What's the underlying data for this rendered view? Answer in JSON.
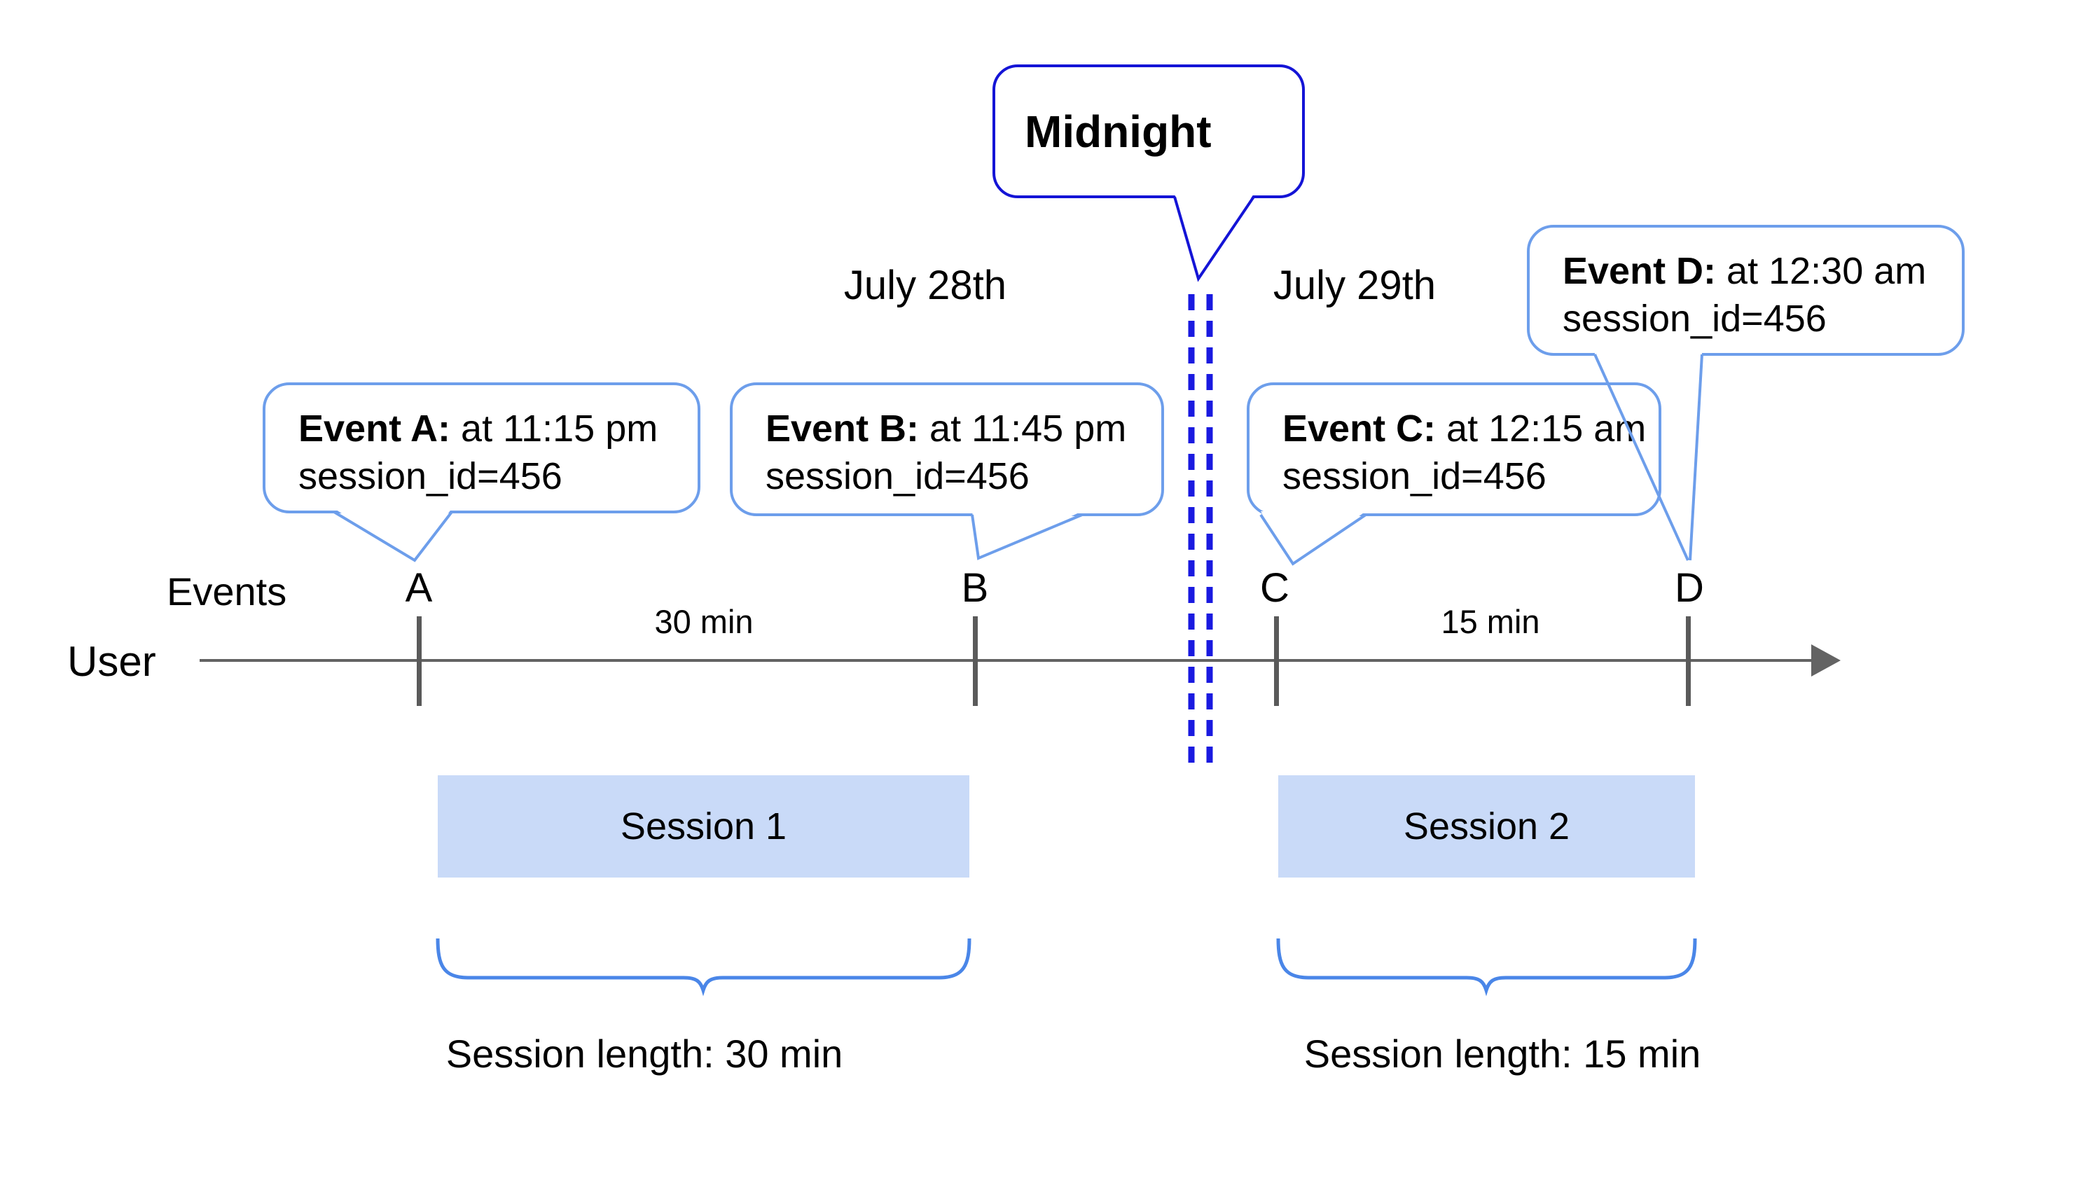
{
  "colors": {
    "bubble_border": "#6d9eeb",
    "midnight_blue": "#1414d6",
    "dash_blue": "#1a1ae0",
    "brace_blue": "#4a86e8",
    "axis_gray": "#636363",
    "tick_gray": "#5a5a5a",
    "session_fill": "#c9daf8"
  },
  "midnight": {
    "label": "Midnight"
  },
  "dates": {
    "left": "July 28th",
    "right": "July 29th"
  },
  "axis": {
    "events_label": "Events",
    "user_label": "User",
    "intervals": [
      {
        "label": "30 min"
      },
      {
        "label": "15 min"
      }
    ]
  },
  "events": [
    {
      "label": "A",
      "title": "Event A:",
      "time": " at 11:15 pm",
      "detail": "session_id=456"
    },
    {
      "label": "B",
      "title": "Event B:",
      "time": " at 11:45 pm",
      "detail": "session_id=456"
    },
    {
      "label": "C",
      "title": "Event C:",
      "time": " at 12:15 am",
      "detail": "session_id=456"
    },
    {
      "label": "D",
      "title": "Event D:",
      "time": " at 12:30 am",
      "detail": "session_id=456"
    }
  ],
  "sessions": [
    {
      "name": "Session 1",
      "length_label": "Session length: 30 min"
    },
    {
      "name": "Session 2",
      "length_label": "Session length: 15 min"
    }
  ]
}
